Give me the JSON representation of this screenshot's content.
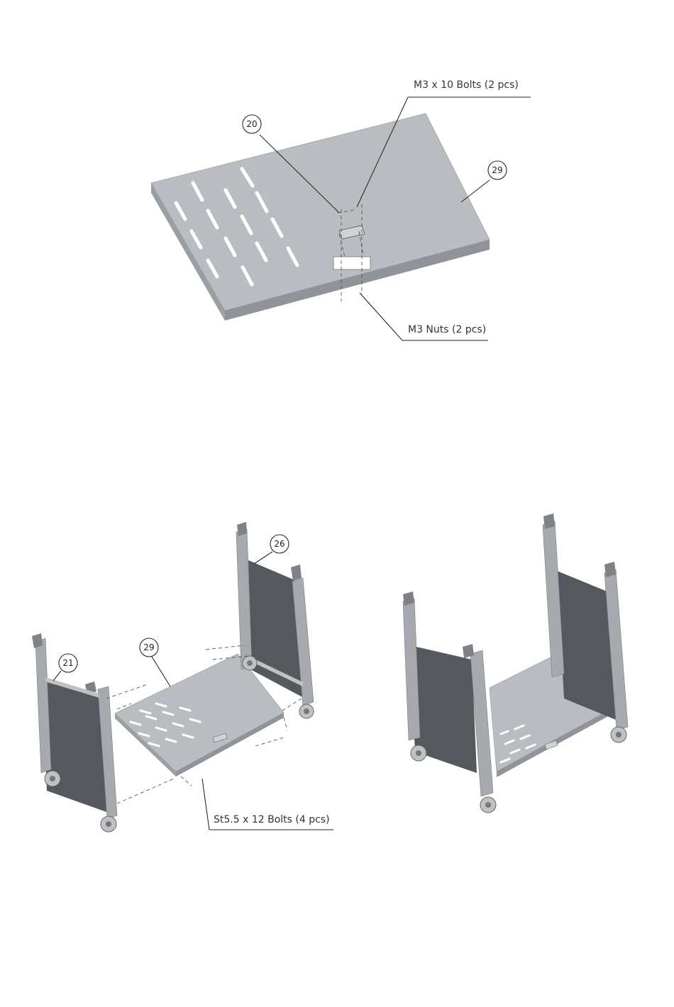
{
  "diagram": {
    "top": {
      "callouts": {
        "bolts_label": "M3 x 10 Bolts (2 pcs)",
        "nuts_label": "M3 Nuts (2 pcs)"
      },
      "balloons": {
        "part_bracket": "20",
        "part_shelf": "29"
      }
    },
    "bottom_left": {
      "callouts": {
        "bolts_label": "St5.5 x 12 Bolts (4 pcs)"
      },
      "balloons": {
        "part_left_side": "21",
        "part_shelf": "29",
        "part_right_side": "26"
      }
    }
  },
  "colors": {
    "shelf_top": "#b9bdc2",
    "shelf_edge": "#8f949a",
    "panel_dark": "#55585d",
    "leg": "#a6a9ad",
    "slot": "#ffffff"
  }
}
